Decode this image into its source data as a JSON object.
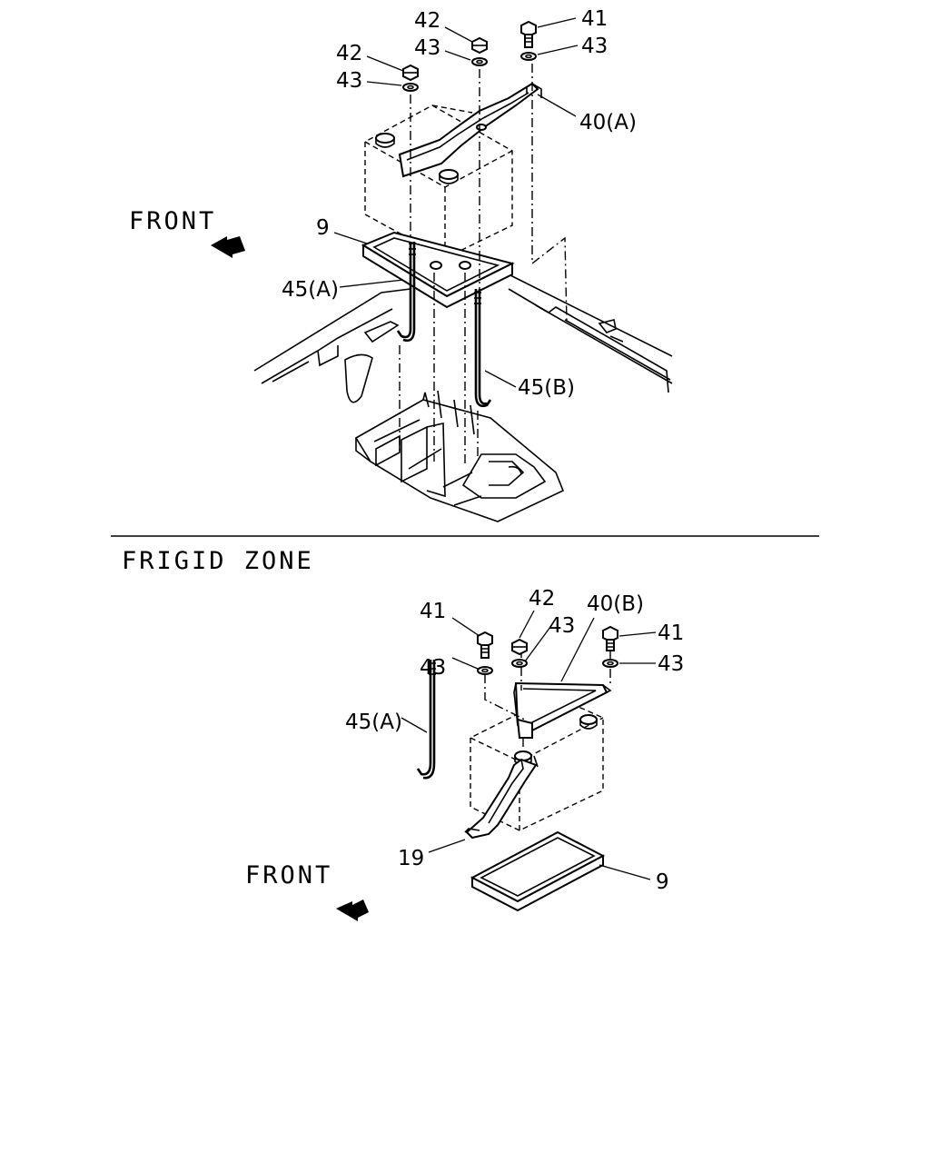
{
  "top_section": {
    "front_label": "FRONT",
    "callouts": {
      "c42_a": "42",
      "c42_b": "42",
      "c41": "41",
      "c43_a": "43",
      "c43_b": "43",
      "c43_c": "43",
      "c40a": "40(A)",
      "c9": "9",
      "c45a": "45(A)",
      "c45b": "45(B)"
    }
  },
  "section_title": "FRIGID ZONE",
  "bottom_section": {
    "front_label": "FRONT",
    "callouts": {
      "c41_a": "41",
      "c41_b": "41",
      "c42": "42",
      "c43_a": "43",
      "c43_b": "43",
      "c43_c": "43",
      "c40b": "40(B)",
      "c45a": "45(A)",
      "c19": "19",
      "c9": "9"
    }
  }
}
